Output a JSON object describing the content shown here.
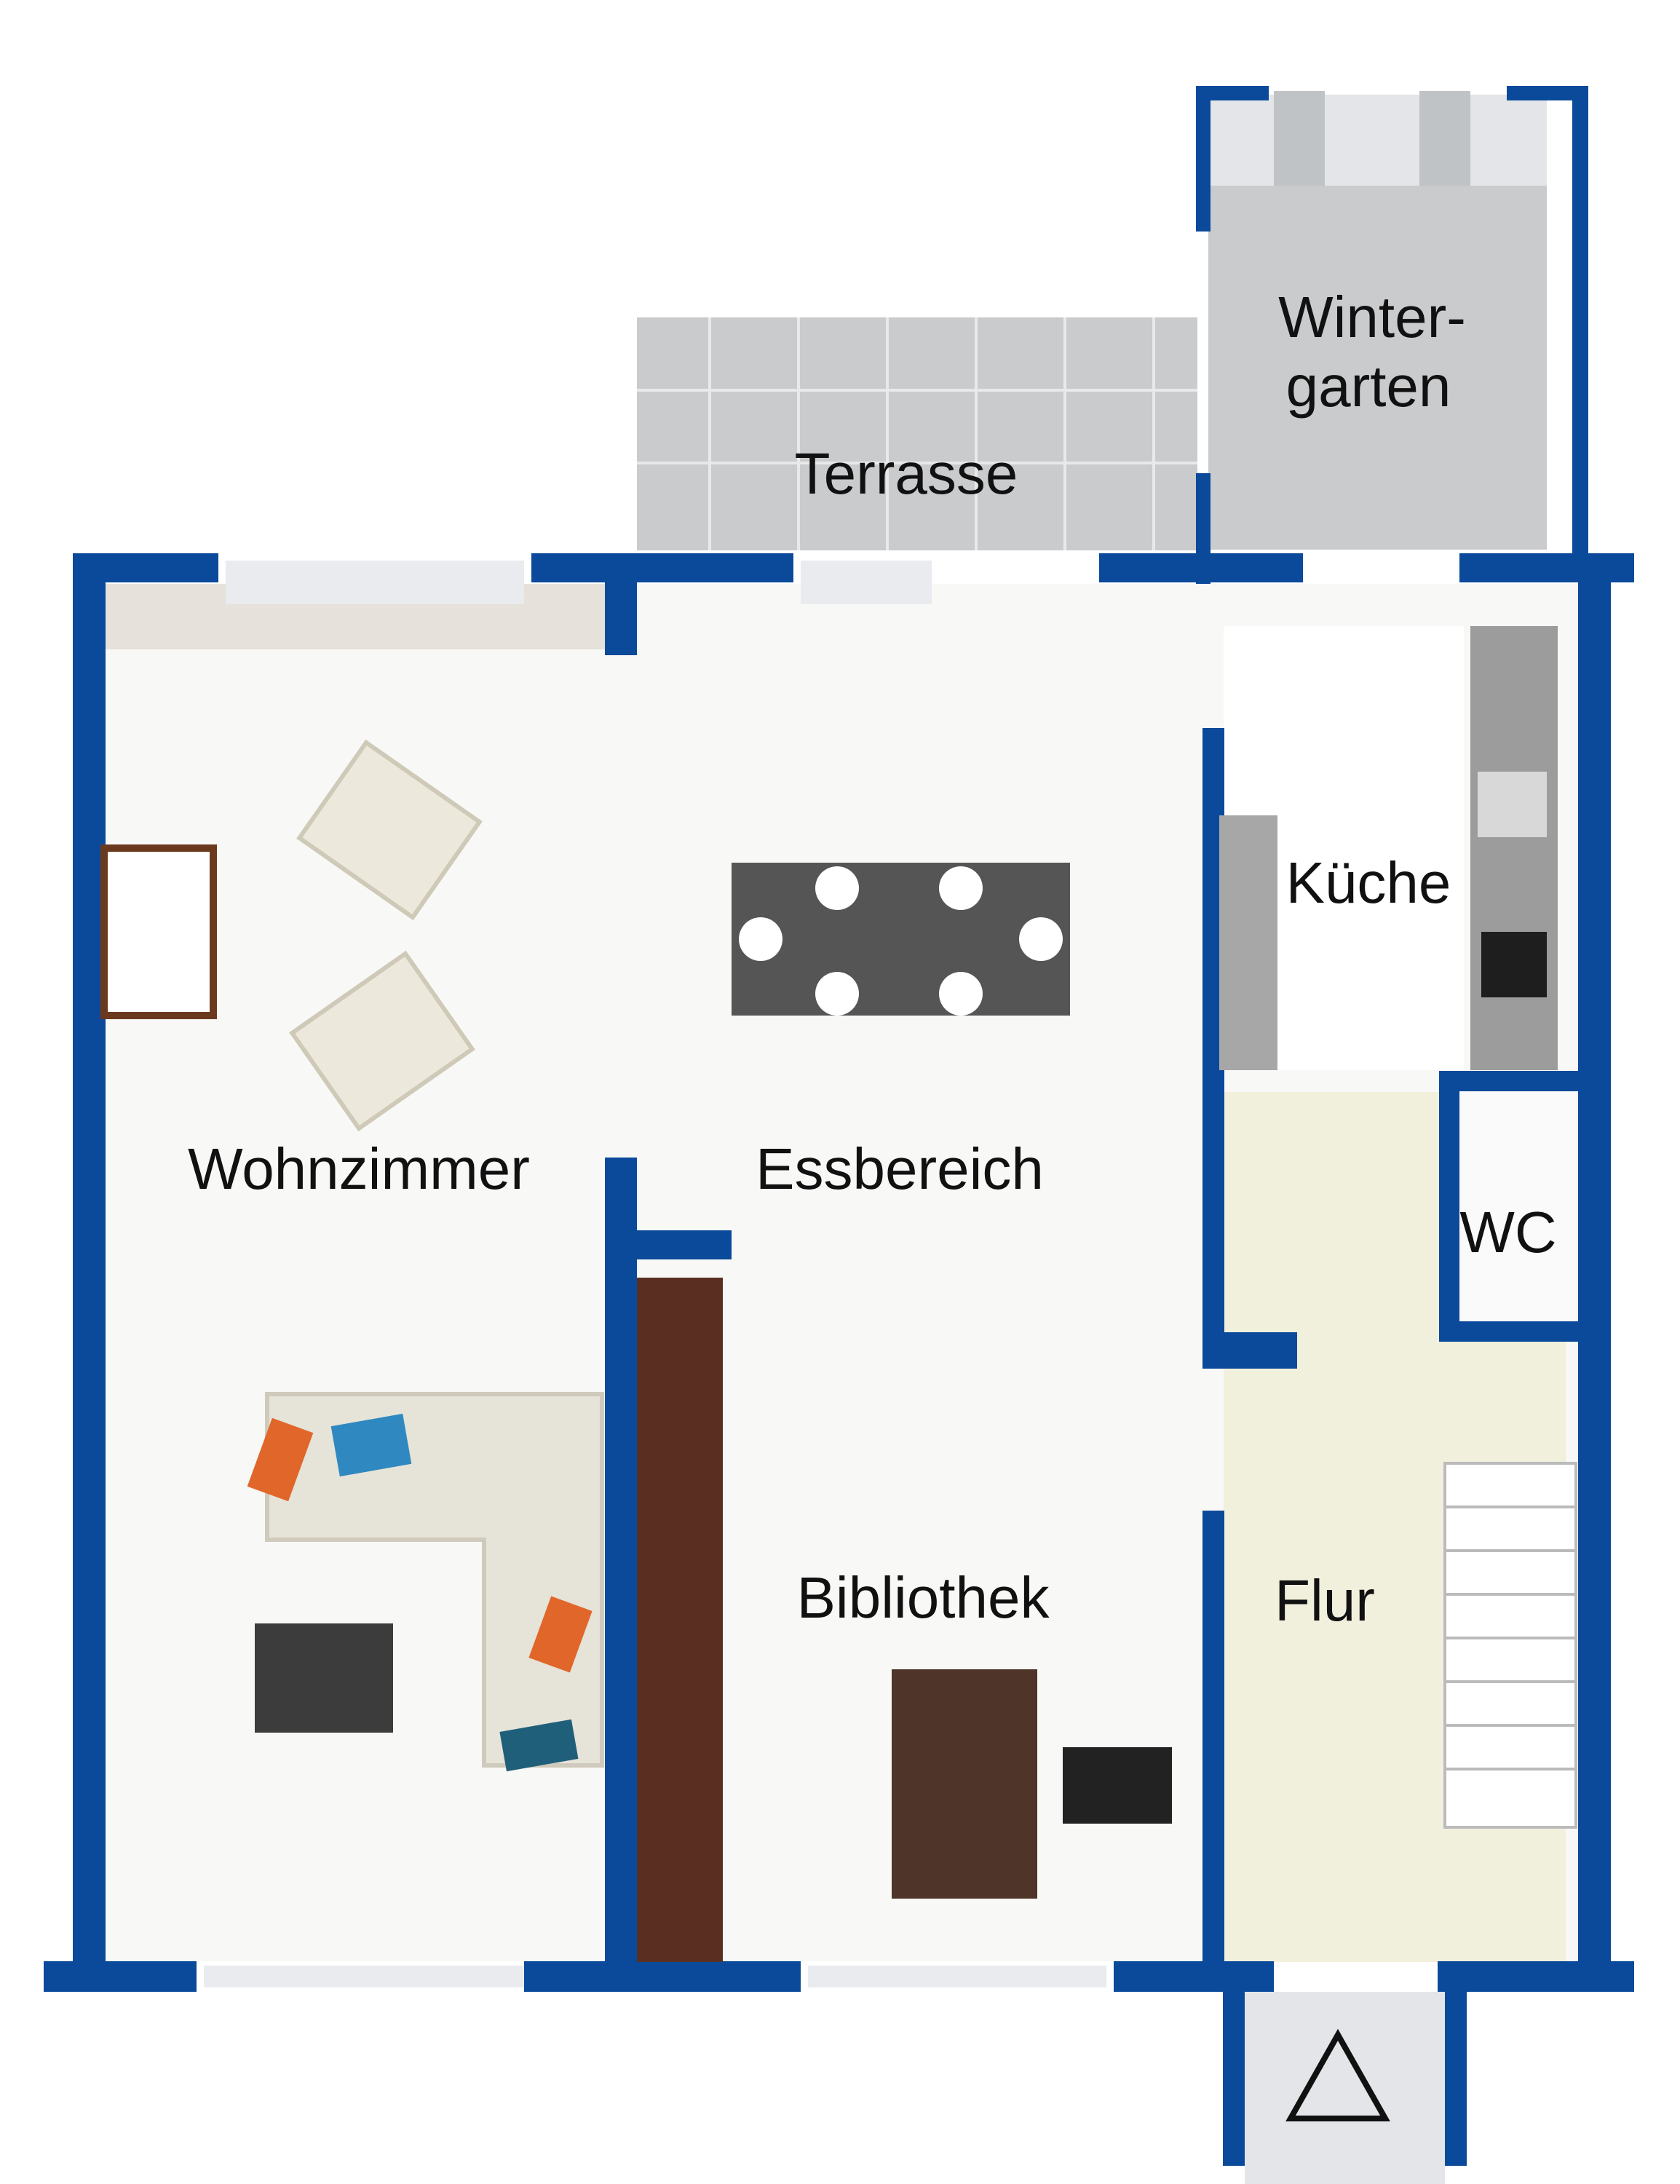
{
  "plan": {
    "rooms": {
      "terrasse": "Terrasse",
      "wintergarten_1": "Winter-",
      "wintergarten_2": "garten",
      "wohnzimmer": "Wohnzimmer",
      "essbereich": "Essbereich",
      "kueche": "Küche",
      "wc": "WC",
      "bibliothek": "Bibliothek",
      "flur": "Flur"
    },
    "colors": {
      "wall": "#0b4a9a",
      "terrace_tile": "#c9cbcd",
      "flur_floor": "#f1f0dc"
    },
    "entrance_icon": "triangle-entrance-icon"
  }
}
